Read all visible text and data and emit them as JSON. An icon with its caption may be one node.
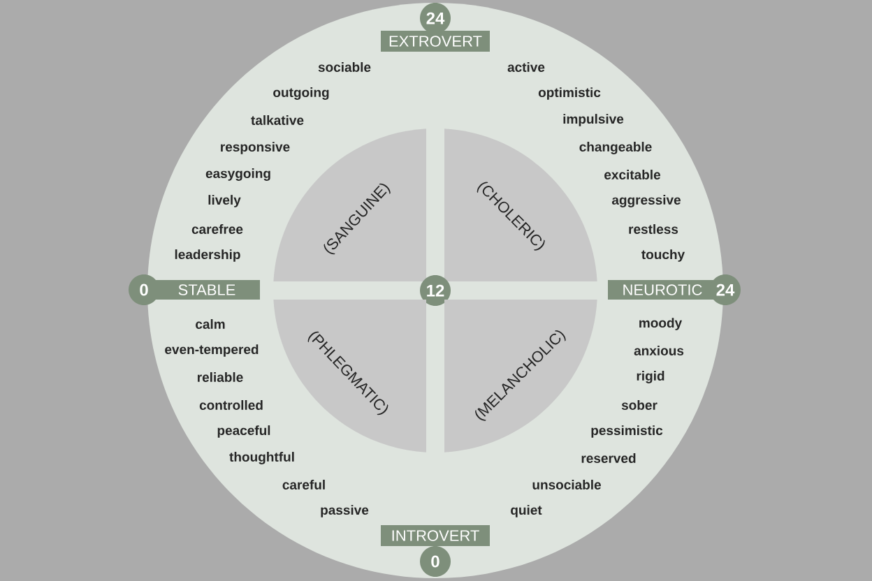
{
  "diagram": {
    "nodes": [
      {
        "text": [
          "24"
        ]
      },
      {
        "text": [
          "EXTROVERT"
        ]
      },
      {
        "text": [
          "(SANGUINE)"
        ]
      },
      {
        "text": [
          "(CHOLERIC)"
        ]
      },
      {
        "text": [
          "0"
        ]
      },
      {
        "text": [
          "STABLE"
        ]
      },
      {
        "text": [
          "12"
        ]
      },
      {
        "text": [
          "NEUROTIC"
        ]
      },
      {
        "text": [
          "24"
        ]
      },
      {
        "text": [
          "(PHLEGMATIC)"
        ]
      },
      {
        "text": [
          "(MELANCHOLIC)"
        ]
      },
      {
        "text": [
          "INTROVERT"
        ]
      },
      {
        "text": [
          "0"
        ]
      }
    ],
    "labels": [
      "sociable",
      "active",
      "outgoing",
      "optimistic",
      "talkative",
      "impulsive",
      "responsive",
      "changeable",
      "easygoing",
      "excitable",
      "lively",
      "aggressive",
      "carefree",
      "restless",
      "leadership",
      "touchy",
      "calm",
      "moody",
      "even-tempered",
      "anxious",
      "reliable",
      "rigid",
      "controlled",
      "sober",
      "peaceful",
      "pessimistic",
      "thoughtful",
      "reserved",
      "careful",
      "unsociable",
      "passive",
      "quiet"
    ]
  }
}
